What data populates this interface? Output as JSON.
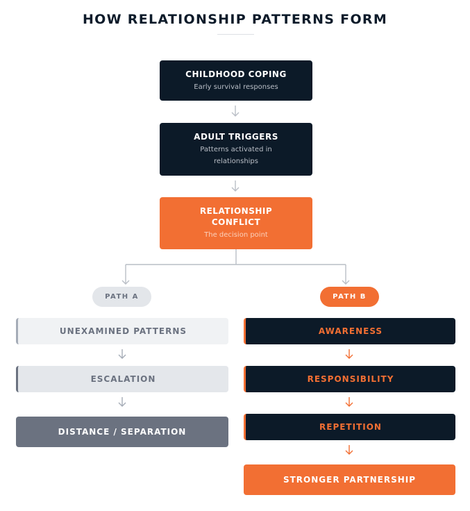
{
  "title": "HOW RELATIONSHIP PATTERNS FORM",
  "colors": {
    "navy": "#0c1a28",
    "orange": "#f26f33",
    "gray": "#6b7280",
    "light_gray": "#f0f2f4",
    "connector": "#b9bec6"
  },
  "nodes": [
    {
      "title": "CHILDHOOD COPING",
      "subtitle": "Early survival responses"
    },
    {
      "title": "ADULT TRIGGERS",
      "subtitle": "Patterns activated in relationships"
    },
    {
      "title": "RELATIONSHIP CONFLICT",
      "subtitle": "The decision point"
    }
  ],
  "path_a": {
    "label": "PATH A",
    "steps": [
      "UNEXAMINED PATTERNS",
      "ESCALATION",
      "DISTANCE / SEPARATION"
    ]
  },
  "path_b": {
    "label": "PATH B",
    "steps": [
      "AWARENESS",
      "RESPONSIBILITY",
      "REPETITION",
      "STRONGER PARTNERSHIP"
    ]
  },
  "icons": {
    "connector_arrow": "arrow-down-icon"
  }
}
